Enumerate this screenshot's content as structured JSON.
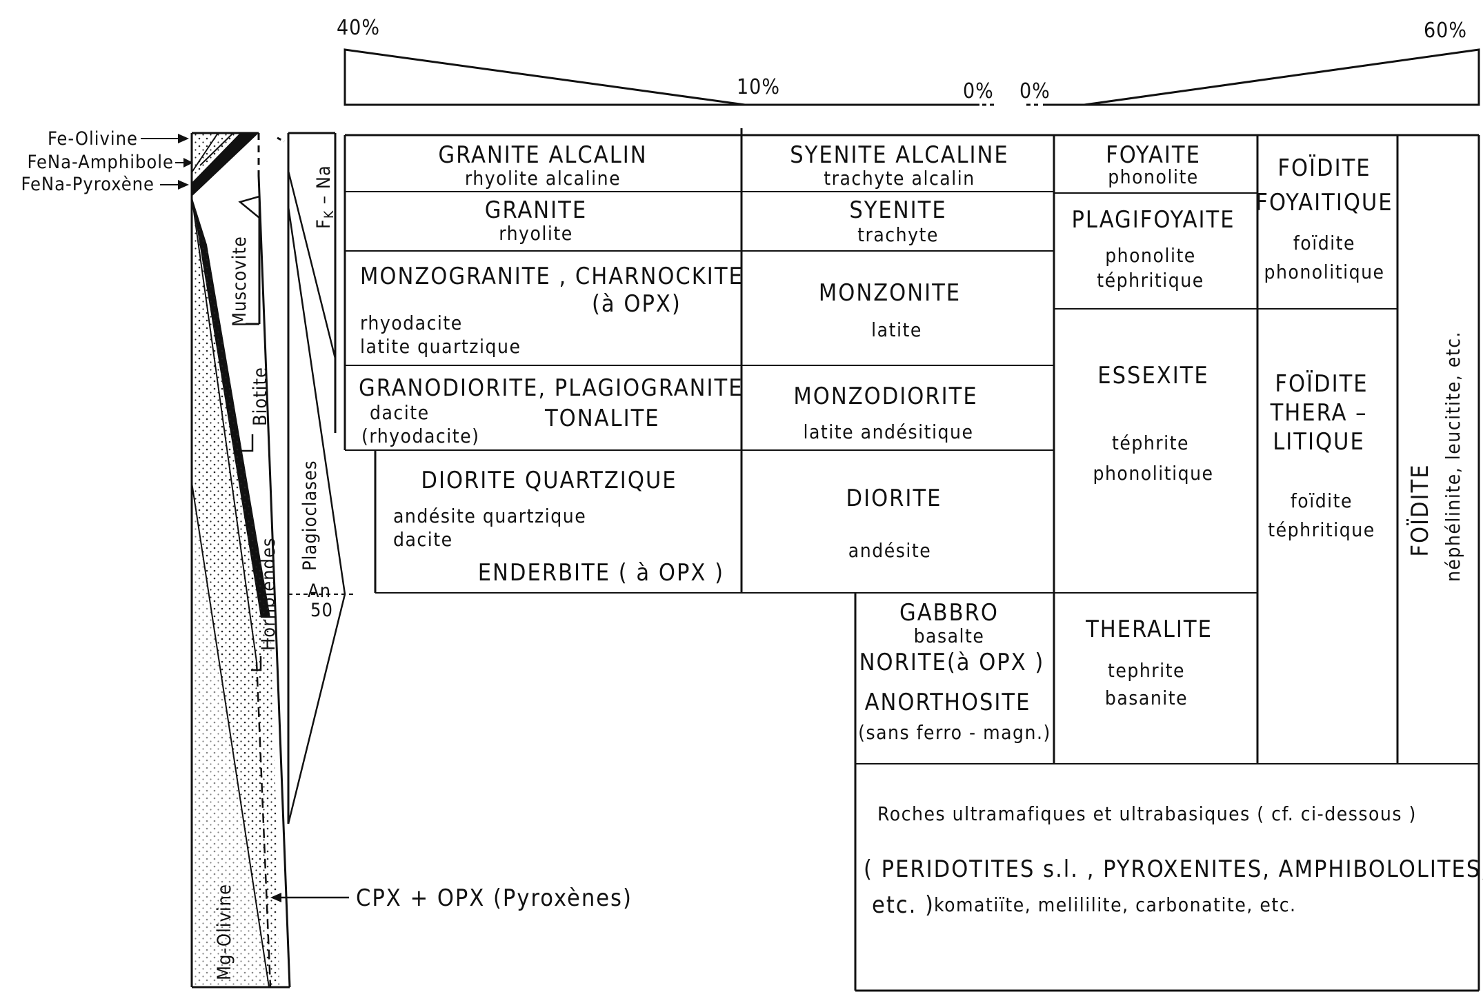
{
  "scale": {
    "left_start": "40%",
    "left_end": "10%",
    "left_zero": "0%",
    "right_zero": "0%",
    "right_end": "60%"
  },
  "mineral_column": {
    "fe_olivine": "Fe-Olivine",
    "fena_amphibole": "FeNa-Amphibole",
    "fena_pyroxene": "FeNa-Pyroxène",
    "muscovite": "Muscovite",
    "biotite": "Biotite",
    "hornblendes": "Hornblendes",
    "mg_olivine": "Mg-Olivine",
    "pyroxenes": "CPX + OPX (Pyroxènes)"
  },
  "feldspar_column": {
    "fk_na": "F",
    "fk_sub": "K",
    "fk_suffix": " – Na",
    "plagioclases": "Plagioclases",
    "an": "An",
    "an_value": "50"
  },
  "cells": {
    "granite_alcalin": {
      "name": "GRANITE  ALCALIN",
      "volcanic": "rhyolite  alcaline"
    },
    "syenite_alcaline": {
      "name": "SYENITE  ALCALINE",
      "volcanic": "trachyte  alcalin"
    },
    "foyaite": {
      "name": "FOYAITE",
      "volcanic": "phonolite"
    },
    "foidite_foyaitique": {
      "name1": "FOÏDITE",
      "name2": "FOYAITIQUE",
      "volcanic1": "foïdite",
      "volcanic2": "phonolitique"
    },
    "granite": {
      "name": "GRANITE",
      "volcanic": "rhyolite"
    },
    "syenite": {
      "name": "SYENITE",
      "volcanic": "trachyte"
    },
    "plagifoyaite": {
      "name": "PLAGIFOYAITE",
      "volcanic1": "phonolite",
      "volcanic2": "téphritique"
    },
    "monzogranite": {
      "name": "MONZOGRANITE , CHARNOCKITE",
      "opx": "(à  OPX)",
      "volcanic1": "rhyodacite",
      "volcanic2": "latite  quartzique"
    },
    "monzonite": {
      "name": "MONZONITE",
      "volcanic": "latite"
    },
    "granodiorite": {
      "name": "GRANODIORITE, PLAGIOGRANITE",
      "name2": "TONALITE",
      "volcanic1": "dacite",
      "volcanic2": "(rhyodacite)"
    },
    "monzodiorite": {
      "name": "MONZODIORITE",
      "volcanic": "latite  andésitique"
    },
    "essexite": {
      "name": "ESSEXITE",
      "volcanic1": "téphrite",
      "volcanic2": "phonolitique"
    },
    "foidite_theralitique": {
      "name1": "FOÏDITE",
      "name2": "THERA –",
      "name3": "LITIQUE",
      "volcanic1": "foïdite",
      "volcanic2": "téphritique"
    },
    "foidite": {
      "name": "FOÏDITE",
      "volcanic": "néphélinite, leucitite, etc."
    },
    "diorite_quartzique": {
      "name": "DIORITE  QUARTZIQUE",
      "volcanic1": "andésite  quartzique",
      "volcanic2": "dacite",
      "name2": "ENDERBITE ( à OPX )"
    },
    "diorite": {
      "name": "DIORITE",
      "volcanic": "andésite"
    },
    "gabbro": {
      "name": "GABBRO",
      "volcanic": "basalte",
      "name2": "NORITE(à  OPX )",
      "name3": "ANORTHOSITE",
      "note": "(sans ferro - magn.)"
    },
    "theralite": {
      "name": "THERALITE",
      "volcanic1": "tephrite",
      "volcanic2": "basanite"
    },
    "ultramafic": {
      "line1": "Roches  ultramafiques  et  ultrabasiques  ( cf. ci-dessous )",
      "line2": "( PERIDOTITES  s.l. ,  PYROXENITES,  AMPHIBOLOLITES,",
      "line3a": "etc. )",
      "line3b": "komatiïte, melililite, carbonatite, etc."
    }
  }
}
